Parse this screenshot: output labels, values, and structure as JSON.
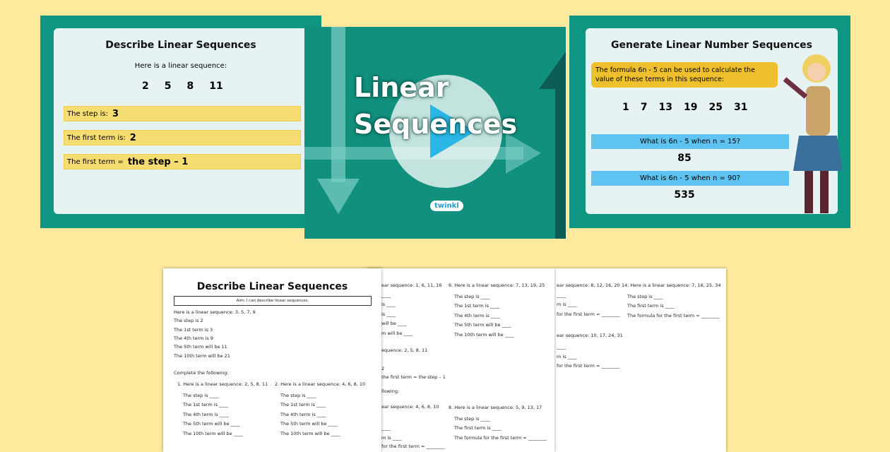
{
  "colors": {
    "background": "#fee99c",
    "teal": "#0f9683",
    "panel": "#e6f3f2",
    "yellow": "#f6dd72",
    "blue": "#5fc3f1"
  },
  "slide1": {
    "title": "Describe Linear Sequences",
    "intro": "Here is a linear sequence:",
    "sequence": [
      "2",
      "5",
      "8",
      "11"
    ],
    "rows": [
      {
        "label": "The step is:",
        "value": "3"
      },
      {
        "label": "The first term is:",
        "value": "2"
      },
      {
        "label": "The first term =",
        "value": "the step – 1"
      }
    ]
  },
  "slide2": {
    "title_line1": "Linear",
    "title_line2": "Sequences",
    "logo": "twinkl",
    "play_icon": "play-icon"
  },
  "slide3": {
    "title": "Generate Linear Number Sequences",
    "bubble": "The formula 6n - 5 can be used to calculate the value of these terms in this sequence:",
    "sequence": [
      "1",
      "7",
      "13",
      "19",
      "25",
      "31"
    ],
    "questions": [
      {
        "q": "What is 6n - 5 when n = 15?",
        "a": "85"
      },
      {
        "q": "What is 6n - 5 when n = 90?",
        "a": "535"
      }
    ]
  },
  "worksheet1": {
    "title": "Describe Linear Sequences",
    "aim": "Aim: I can describe linear sequences.",
    "lines": [
      "Here is a linear sequence: 3, 5, 7, 9",
      "The step is 2",
      "The 1st term is 3",
      "The 4th term is 9",
      "The 5th term will be 11",
      "The 10th term will be 21",
      "Complete the following:"
    ],
    "q1": [
      "1.  Here is a linear sequence: 2, 5, 8, 11",
      "The step is ____",
      "The 1st term is ____",
      "The 4th term is ____",
      "The 5th term will be ____",
      "The 10th term will be ____"
    ],
    "q2": [
      "2.  Here is a linear sequence: 4, 6, 8, 10",
      "The step is ____",
      "The 1st term is ____",
      "The 4th term is ____",
      "The 5th term will be ____",
      "The 10th term will be ____"
    ]
  },
  "worksheet2": {
    "left": [
      "ear sequence: 1, 6, 11, 16",
      "____",
      "is ____",
      "is ____",
      "will be ____",
      "m will be ____",
      "equence: 2, 5, 8, 11",
      "2",
      "the first term = the step – 1",
      "llowing:",
      "ear sequence: 4, 6, 8, 10",
      "____",
      "m is ____",
      "for the first term = ________"
    ],
    "q6": [
      "6.  Here is a linear sequence: 7, 13, 19, 25",
      "The step is ____",
      "The 1st term is ____",
      "The 4th term is ____",
      "The 5th term will be ____",
      "The 10th term will be ____"
    ],
    "q8": [
      "8.  Here is a linear sequence: 5, 9, 13, 17",
      "The step is ____",
      "The first term is ____",
      "The formula for the first term = ________"
    ]
  },
  "worksheet3": {
    "left": [
      "ear sequence: 8, 12, 16, 20",
      "____",
      "m is ____",
      "for the first term = ________",
      "ear sequence: 10, 17, 24, 31",
      "____",
      "m is ____",
      "for the first term = ________"
    ],
    "q14": [
      "14.  Here is a linear sequence: 7, 16, 25, 34",
      "The step is ____",
      "The first term is ____",
      "The formula for the first term = ________"
    ]
  }
}
